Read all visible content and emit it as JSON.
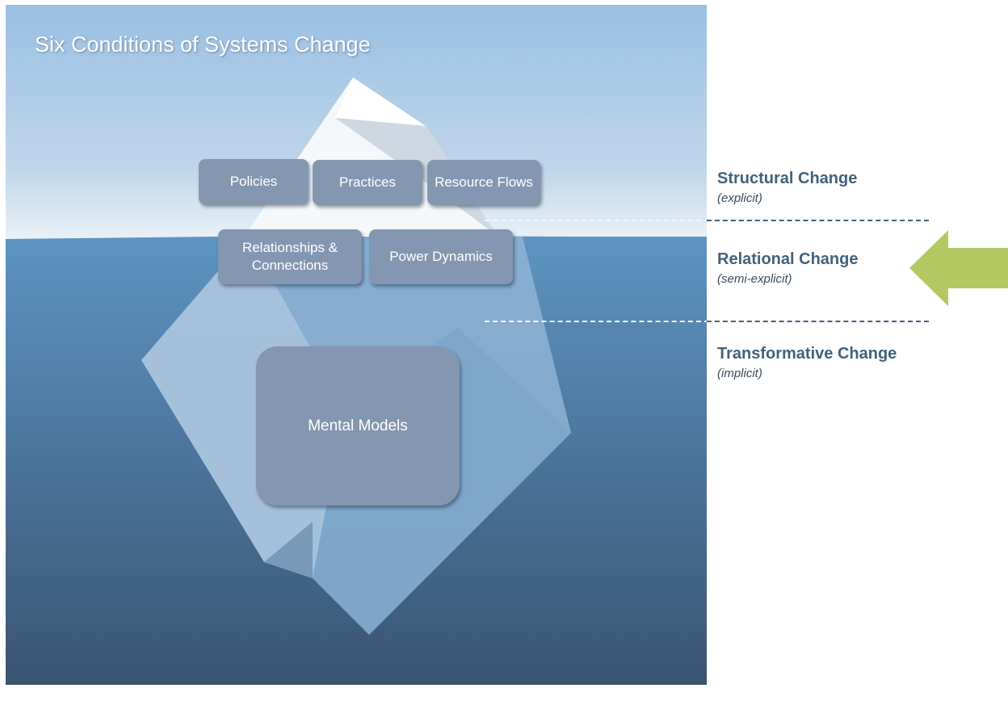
{
  "title": "Six Conditions of Systems Change",
  "conditions": {
    "policies": "Policies",
    "practices": "Practices",
    "resource_flows": "Resource Flows",
    "relationships": "Relationships & Connections",
    "power_dynamics": "Power Dynamics",
    "mental_models": "Mental Models"
  },
  "levels": [
    {
      "name": "Structural Change",
      "note": "(explicit)"
    },
    {
      "name": "Relational Change",
      "note": "(semi-explicit)"
    },
    {
      "name": "Transformative Change",
      "note": "(implicit)"
    }
  ],
  "colors": {
    "sky_top": "#9ec3e4",
    "water_top": "#5b90bd",
    "water_bottom": "#3a546f",
    "box_fill": "#8497b0",
    "level_text": "#44617b",
    "arrow": "#b4c863"
  }
}
